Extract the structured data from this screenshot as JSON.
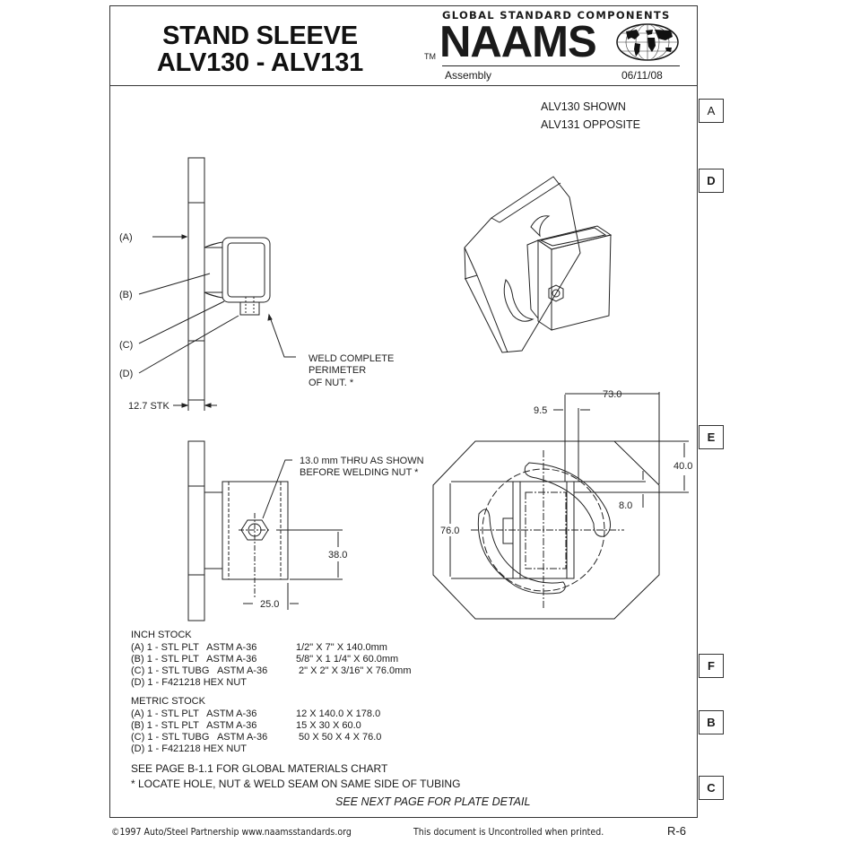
{
  "header": {
    "title_line1": "STAND SLEEVE",
    "title_line2": "ALV130 - ALV131",
    "logo": {
      "tagline": "GLOBAL STANDARD COMPONENTS",
      "brand": "NAAMS",
      "trademark": "TM",
      "globe_icon": "world-globe-icon"
    },
    "doc_type": "Assembly",
    "date": "06/11/08"
  },
  "side_tabs": [
    "A",
    "D",
    "E",
    "F",
    "B",
    "C"
  ],
  "views": {
    "variant_note_line1": "ALV130 SHOWN",
    "variant_note_line2": "ALV131 OPPOSITE",
    "side_view": {
      "callouts": [
        "(A)",
        "(B)",
        "(C)",
        "(D)"
      ],
      "weld_note_line1": "WELD COMPLETE",
      "weld_note_line2": "PERIMETER",
      "weld_note_line3": "OF NUT. *",
      "thickness": "12.7 STK"
    },
    "front_view": {
      "hole_note_line1": "13.0 mm THRU AS SHOWN",
      "hole_note_line2": "BEFORE WELDING NUT *",
      "dim_vertical": "38.0",
      "dim_horizontal": "25.0"
    },
    "top_view": {
      "dim_73": "73.0",
      "dim_9_5": "9.5",
      "dim_40": "40.0",
      "dim_8": "8.0",
      "dim_76": "76.0"
    }
  },
  "bom": {
    "inch_heading": "INCH STOCK",
    "inch_items": [
      {
        "item": "(A) 1 - STL PLT   ASTM A-36",
        "size": "1/2\" X 7\" X 140.0mm"
      },
      {
        "item": "(B) 1 - STL PLT   ASTM A-36",
        "size": "5/8\" X 1 1/4\" X 60.0mm"
      },
      {
        "item": "(C) 1 - STL TUBG   ASTM A-36",
        "size": " 2\" X 2\" X 3/16\" X 76.0mm"
      },
      {
        "item": "(D) 1 - F421218 HEX NUT",
        "size": ""
      }
    ],
    "metric_heading": "METRIC STOCK",
    "metric_items": [
      {
        "item": "(A) 1 - STL PLT   ASTM A-36",
        "size": "12 X 140.0 X 178.0"
      },
      {
        "item": "(B) 1 - STL PLT   ASTM A-36",
        "size": "15 X 30 X 60.0"
      },
      {
        "item": "(C) 1 - STL TUBG   ASTM A-36",
        "size": " 50 X 50 X 4 X 76.0"
      },
      {
        "item": "(D) 1 - F421218 HEX NUT",
        "size": ""
      }
    ]
  },
  "notes": {
    "materials": "SEE PAGE B-1.1 FOR GLOBAL MATERIALS CHART",
    "locate": "* LOCATE HOLE, NUT & WELD SEAM ON SAME SIDE OF TUBING",
    "next_page": "SEE NEXT PAGE FOR PLATE DETAIL"
  },
  "footer": {
    "copyright": "©1997 Auto/Steel Partnership   www.naamsstandards.org",
    "disclaimer": "This document is Uncontrolled when printed.",
    "page": "R-6"
  }
}
